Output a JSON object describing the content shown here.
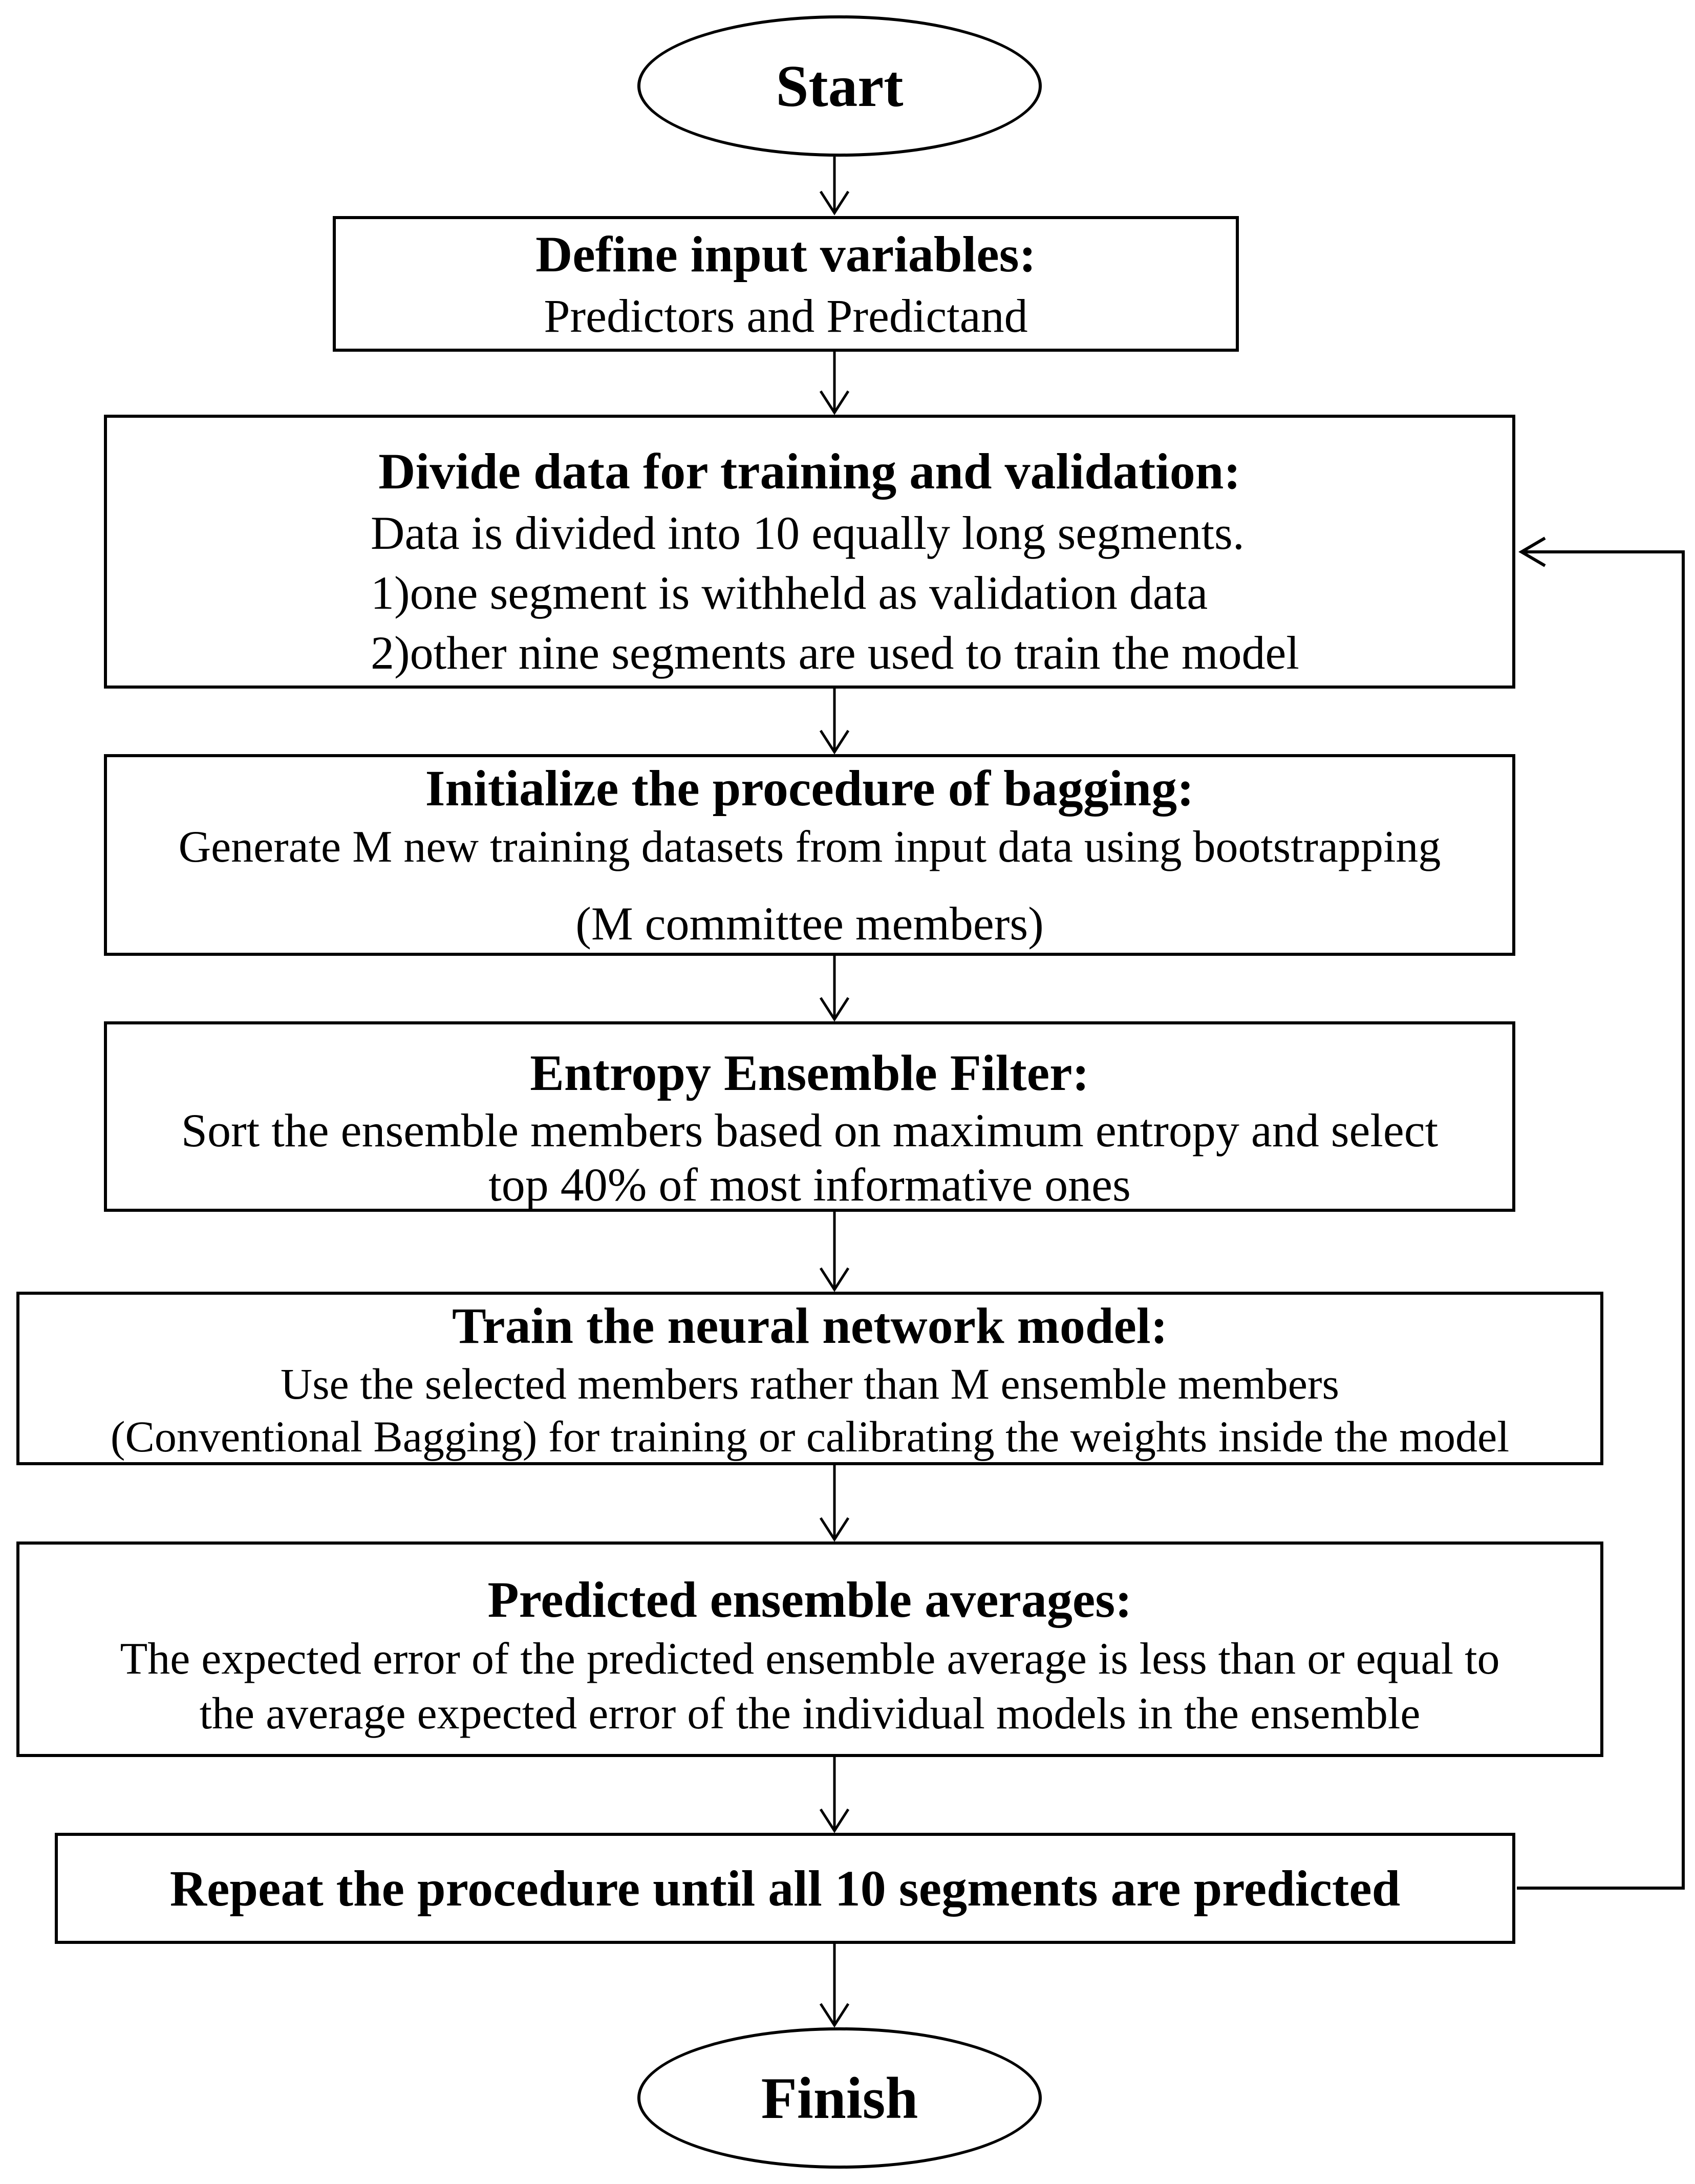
{
  "colors": {
    "ink": "#000000",
    "background": "#ffffff"
  },
  "nodes": {
    "start": {
      "label": "Start"
    },
    "define": {
      "title": "Define input variables:",
      "lines": [
        "Predictors and Predictand"
      ]
    },
    "divide": {
      "title": "Divide data for training and validation:",
      "lines": [
        "Data is divided into 10 equally long segments.",
        "1)one segment is withheld as validation data",
        "2)other nine segments are used to train the model"
      ]
    },
    "bagging": {
      "title": "Initialize the procedure of bagging:",
      "lines": [
        "Generate M new training datasets from input data using bootstrapping",
        "(M committee members)"
      ]
    },
    "entropy": {
      "title": "Entropy Ensemble Filter:",
      "lines": [
        "Sort the ensemble members based on maximum entropy  and select",
        "top 40% of most informative ones"
      ]
    },
    "train": {
      "title": "Train the neural network model:",
      "lines": [
        "Use the selected members rather than M ensemble members",
        "(Conventional Bagging) for training or calibrating the weights inside the model"
      ]
    },
    "predicted": {
      "title": "Predicted ensemble averages:",
      "lines": [
        "The expected error of the predicted ensemble average is less than or equal to",
        "the average expected error of the individual models in the ensemble"
      ]
    },
    "repeat": {
      "title": "Repeat the procedure until all 10 segments are predicted"
    },
    "finish": {
      "label": "Finish"
    }
  },
  "edges": [
    {
      "from": "start",
      "to": "define"
    },
    {
      "from": "define",
      "to": "divide"
    },
    {
      "from": "divide",
      "to": "bagging"
    },
    {
      "from": "bagging",
      "to": "entropy"
    },
    {
      "from": "entropy",
      "to": "train"
    },
    {
      "from": "train",
      "to": "predicted"
    },
    {
      "from": "predicted",
      "to": "repeat"
    },
    {
      "from": "repeat",
      "to": "divide",
      "type": "feedback-loop"
    },
    {
      "from": "repeat",
      "to": "finish"
    }
  ]
}
